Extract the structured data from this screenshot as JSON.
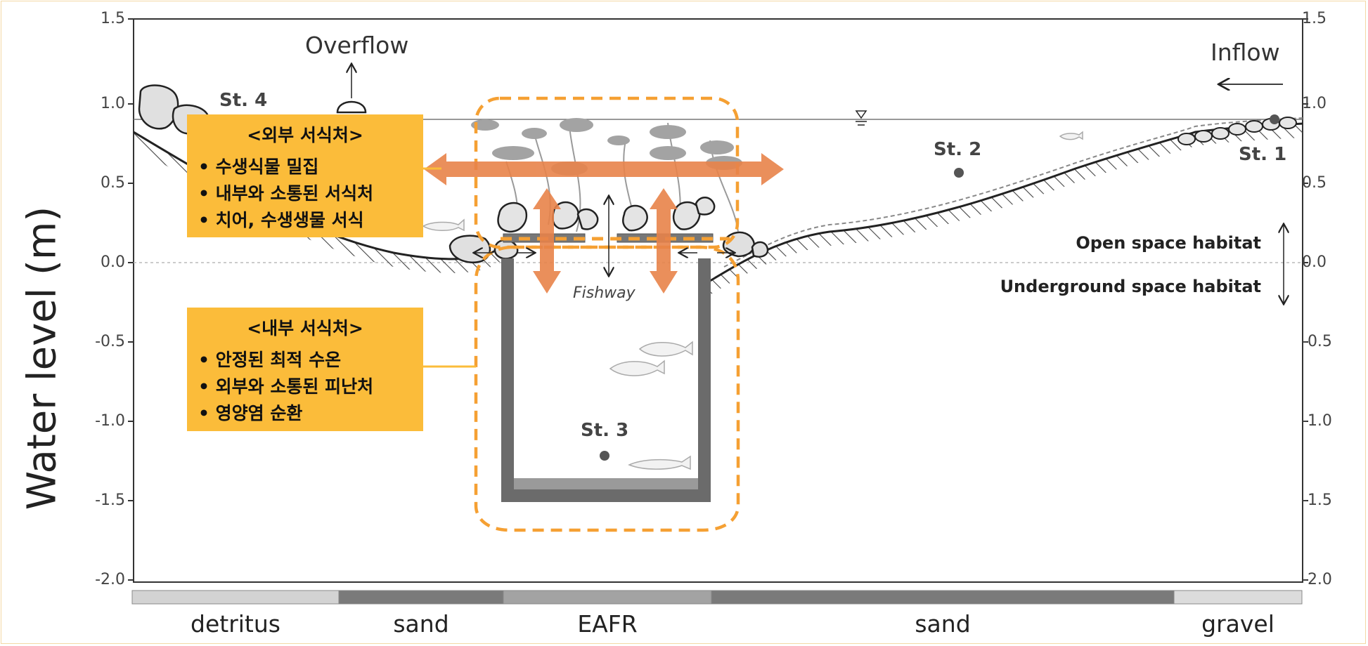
{
  "chart_data": {
    "type": "diagram",
    "ylabel": "Water level (m)",
    "y_ticks": [
      "1.5",
      "1.0",
      "0.5",
      "0.0",
      "-0.5",
      "-1.0",
      "-1.5",
      "-2.0"
    ],
    "ylim": [
      -2.0,
      1.5
    ]
  },
  "labels": {
    "overflow": "Overflow",
    "inflow": "Inflow",
    "st1": "St. 1",
    "st2": "St. 2",
    "st3": "St. 3",
    "st4": "St. 4",
    "fishway": "Fishway",
    "open_space": "Open space habitat",
    "underground_space": "Underground space habitat"
  },
  "external_box": {
    "title": "<외부 서식처>",
    "items": [
      "• 수생식물 밀집",
      "• 내부와 소통된 서식처",
      "• 치어, 수생생물 서식"
    ]
  },
  "internal_box": {
    "title": "<내부 서식처>",
    "items": [
      "• 안정된 최적 수온",
      "• 외부와 소통된 피난처",
      "• 영양염 순환"
    ]
  },
  "substrate": [
    {
      "label": "detritus",
      "color": "#d3d3d3"
    },
    {
      "label": "sand",
      "color": "#7a7a7a"
    },
    {
      "label": "EAFR",
      "color": "#a3a3a3"
    },
    {
      "label": "sand",
      "color": "#7a7a7a"
    },
    {
      "label": "gravel",
      "color": "#dcdcdc"
    }
  ],
  "colors": {
    "orange_arrow": "#e8834a",
    "orange_dash": "#f5a033",
    "box_fill": "#fbbc3a",
    "structure": "#666666"
  }
}
